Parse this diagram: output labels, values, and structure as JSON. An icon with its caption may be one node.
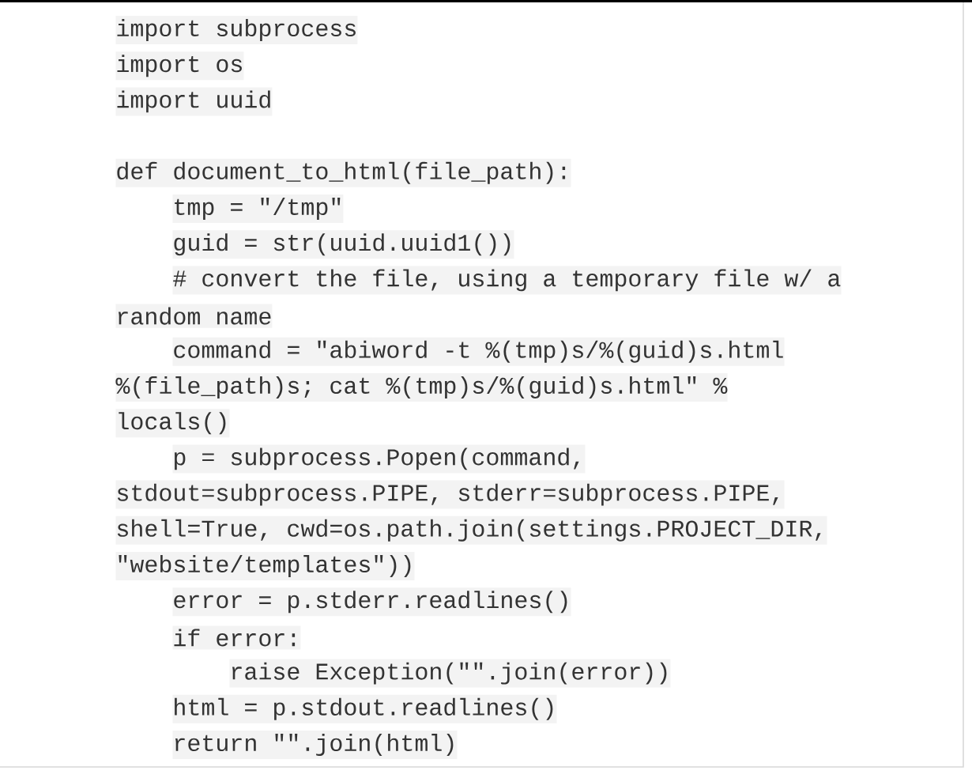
{
  "diagram": {
    "labels": [
      "import subprocess",
      "import os",
      "import uuid",
      "def document_to_html(file_path):",
      "tmp = \"/tmp\"",
      "guid = str(uuid.uuid1())",
      "# convert the file, using a temporary file w/ a",
      "random name",
      "command = \"abiword -t %(tmp)s/%(guid)s.html",
      "%(file_path)s; cat %(tmp)s/%(guid)s.html\" %",
      "locals()",
      "p = subprocess.Popen(command,",
      "stdout=subprocess.PIPE, stderr=subprocess.PIPE,",
      "shell=True, cwd=os.path.join(settings.PROJECT_DIR,",
      "\"website/templates\"))",
      "error = p.stderr.readlines()",
      "if error:",
      "raise Exception(\"\".join(error))",
      "html = p.stdout.readlines()",
      "return \"\".join(html)"
    ]
  }
}
